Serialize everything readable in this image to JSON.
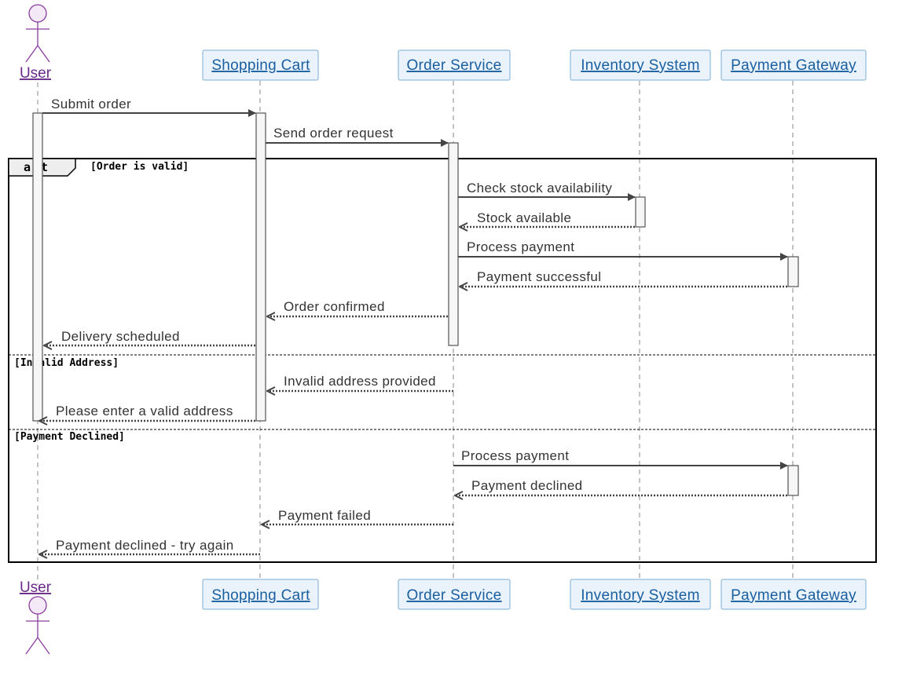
{
  "diagram": {
    "actor": {
      "name": "User"
    },
    "participants": [
      {
        "name": "Shopping Cart"
      },
      {
        "name": "Order Service"
      },
      {
        "name": "Inventory System"
      },
      {
        "name": "Payment Gateway"
      }
    ],
    "fragment": {
      "operator": "alt",
      "guards": [
        "[Order is valid]",
        "[Invalid Address]",
        "[Payment Declined]"
      ]
    },
    "messages": [
      {
        "text": "Submit order",
        "from": "User",
        "to": "Shopping Cart",
        "kind": "sync"
      },
      {
        "text": "Send order request",
        "from": "Shopping Cart",
        "to": "Order Service",
        "kind": "sync"
      },
      {
        "text": "Check stock availability",
        "from": "Order Service",
        "to": "Inventory System",
        "kind": "sync"
      },
      {
        "text": "Stock available",
        "from": "Inventory System",
        "to": "Order Service",
        "kind": "reply"
      },
      {
        "text": "Process payment",
        "from": "Order Service",
        "to": "Payment Gateway",
        "kind": "sync"
      },
      {
        "text": "Payment successful",
        "from": "Payment Gateway",
        "to": "Order Service",
        "kind": "reply"
      },
      {
        "text": "Order confirmed",
        "from": "Order Service",
        "to": "Shopping Cart",
        "kind": "reply"
      },
      {
        "text": "Delivery scheduled",
        "from": "Shopping Cart",
        "to": "User",
        "kind": "reply"
      },
      {
        "text": "Invalid address provided",
        "from": "Order Service",
        "to": "Shopping Cart",
        "kind": "reply"
      },
      {
        "text": "Please enter a valid address",
        "from": "Shopping Cart",
        "to": "User",
        "kind": "reply"
      },
      {
        "text": "Process payment",
        "from": "Order Service",
        "to": "Payment Gateway",
        "kind": "sync"
      },
      {
        "text": "Payment declined",
        "from": "Payment Gateway",
        "to": "Order Service",
        "kind": "reply"
      },
      {
        "text": "Payment failed",
        "from": "Order Service",
        "to": "Shopping Cart",
        "kind": "reply"
      },
      {
        "text": "Payment declined - try again",
        "from": "Shopping Cart",
        "to": "User",
        "kind": "reply"
      }
    ]
  },
  "colors": {
    "participant_fill": "#eaf3fb",
    "participant_border": "#7aaed6",
    "participant_text": "#1a5fa0",
    "actor_stroke": "#8a3c9e",
    "actor_text": "#6a2a8a",
    "arrow": "#444444"
  }
}
